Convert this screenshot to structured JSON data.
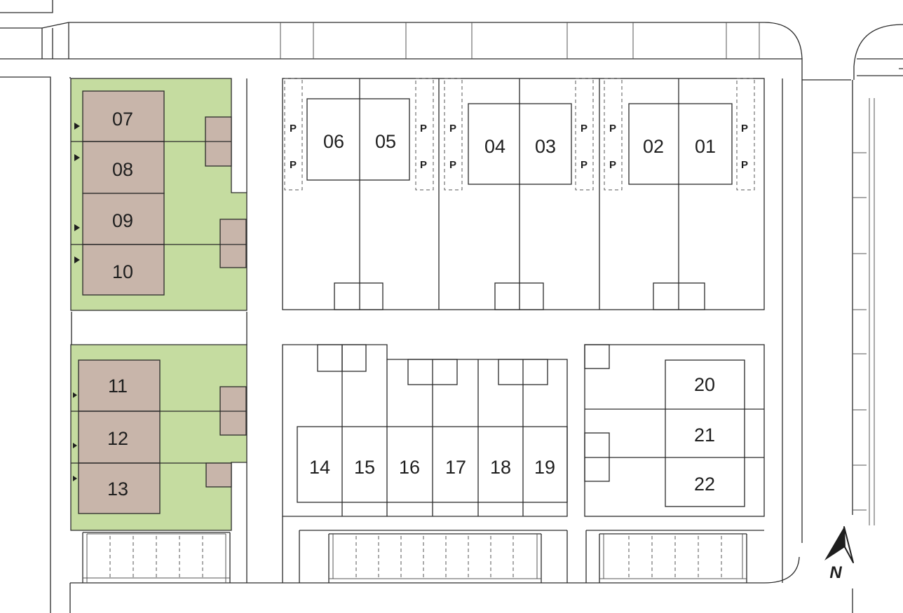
{
  "colors": {
    "green_area": "#c5dca0",
    "unit_fill": "#c8b5aa",
    "line": "#2a2a2a"
  },
  "lots": {
    "l01": "01",
    "l02": "02",
    "l03": "03",
    "l04": "04",
    "l05": "05",
    "l06": "06",
    "l07": "07",
    "l08": "08",
    "l09": "09",
    "l10": "10",
    "l11": "11",
    "l12": "12",
    "l13": "13",
    "l14": "14",
    "l15": "15",
    "l16": "16",
    "l17": "17",
    "l18": "18",
    "l19": "19",
    "l20": "20",
    "l21": "21",
    "l22": "22"
  },
  "parking_label": "P",
  "compass": {
    "label": "N",
    "icon": "north-arrow-icon"
  }
}
